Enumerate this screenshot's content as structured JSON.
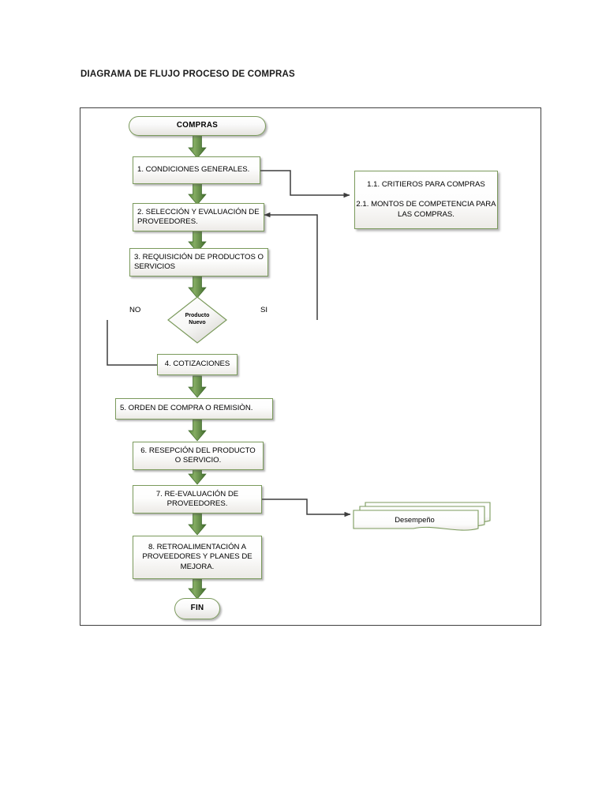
{
  "document": {
    "title": "DIAGRAMA DE FLUJO PROCESO DE COMPRAS"
  },
  "colors": {
    "node_border_green": "#7b9a5c",
    "arrow_green": "#4f7a3a",
    "arrow_green_light": "#77a055",
    "connector_gray": "#4a4a4a",
    "frame_border": "#404040",
    "text": "#000000"
  },
  "flowchart": {
    "start": {
      "label": "COMPRAS"
    },
    "end": {
      "label": "FIN"
    },
    "steps": [
      {
        "id": "s1",
        "label": "1. CONDICIONES GENERALES."
      },
      {
        "id": "s2",
        "label": "2. SELECCIÓN Y EVALUACIÓN DE PROVEEDORES."
      },
      {
        "id": "s3",
        "label": "3. REQUISICIÓN DE PRODUCTOS O SERVICIOS"
      },
      {
        "id": "s4",
        "label": "4. COTIZACIONES"
      },
      {
        "id": "s5",
        "label": "5. ORDEN DE COMPRA O REMISIÒN."
      },
      {
        "id": "s6",
        "label": "6. RESEPCIÓN DEL PRODUCTO O SERVICIO."
      },
      {
        "id": "s7",
        "label": "7. RE-EVALUACIÓN DE PROVEEDORES."
      },
      {
        "id": "s8",
        "label": "8. RETROALIMENTACIÓN A PROVEEDORES Y PLANES DE MEJORA."
      }
    ],
    "decision": {
      "label_line1": "Producto",
      "label_line2": "Nuevo",
      "branch_no": "NO",
      "branch_si": "SI"
    },
    "reference_box": {
      "line1": "1.1. CRITIEROS PARA COMPRAS",
      "line2": "2.1. MONTOS DE COMPETENCIA PARA LAS COMPRAS."
    },
    "document_node": {
      "label": "Desempeño"
    }
  }
}
